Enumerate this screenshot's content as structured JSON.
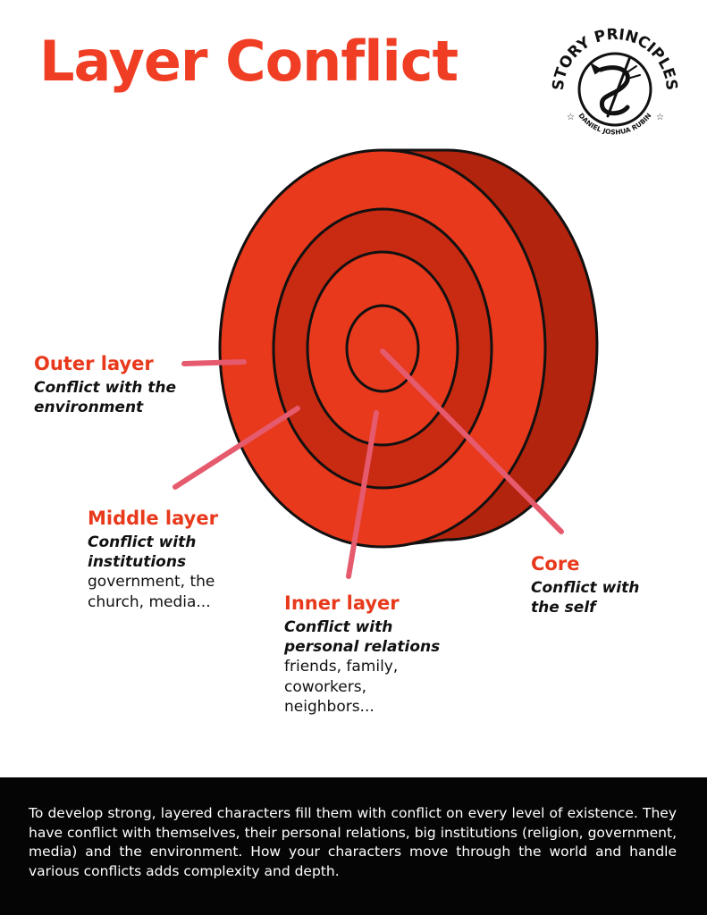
{
  "title": "Layer Conflict",
  "logo": {
    "top_text": "STORY PRINCIPLES",
    "bottom_text": "DANIEL JOSHUA RUBIN"
  },
  "colors": {
    "title": "#ef3e24",
    "outer_ring": "#e8391c",
    "middle_ring": "#c92a12",
    "inner_ring": "#e8391c",
    "core": "#e83a1d",
    "side": "#b3240e",
    "outline": "#111111",
    "pointer": "#e55a6c",
    "label_head": "#e8391c",
    "footer_bg": "#050505"
  },
  "labels": {
    "outer": {
      "head": "Outer layer",
      "sub": "Conflict with the environment",
      "ex": ""
    },
    "middle": {
      "head": "Middle layer",
      "sub": "Conflict with institutions",
      "ex": "government, the church, media..."
    },
    "inner": {
      "head": "Inner layer",
      "sub": "Conflict with personal relations",
      "ex": "friends, family, coworkers, neighbors..."
    },
    "core": {
      "head": "Core",
      "sub": "Conflict with the self",
      "ex": ""
    }
  },
  "footer_text": "To develop strong, layered characters fill them with conflict on every level of existence. They have conflict with themselves, their personal relations, big institutions (religion, government, media) and the environment. How your characters move through the world and handle various conflicts adds complexity and depth."
}
